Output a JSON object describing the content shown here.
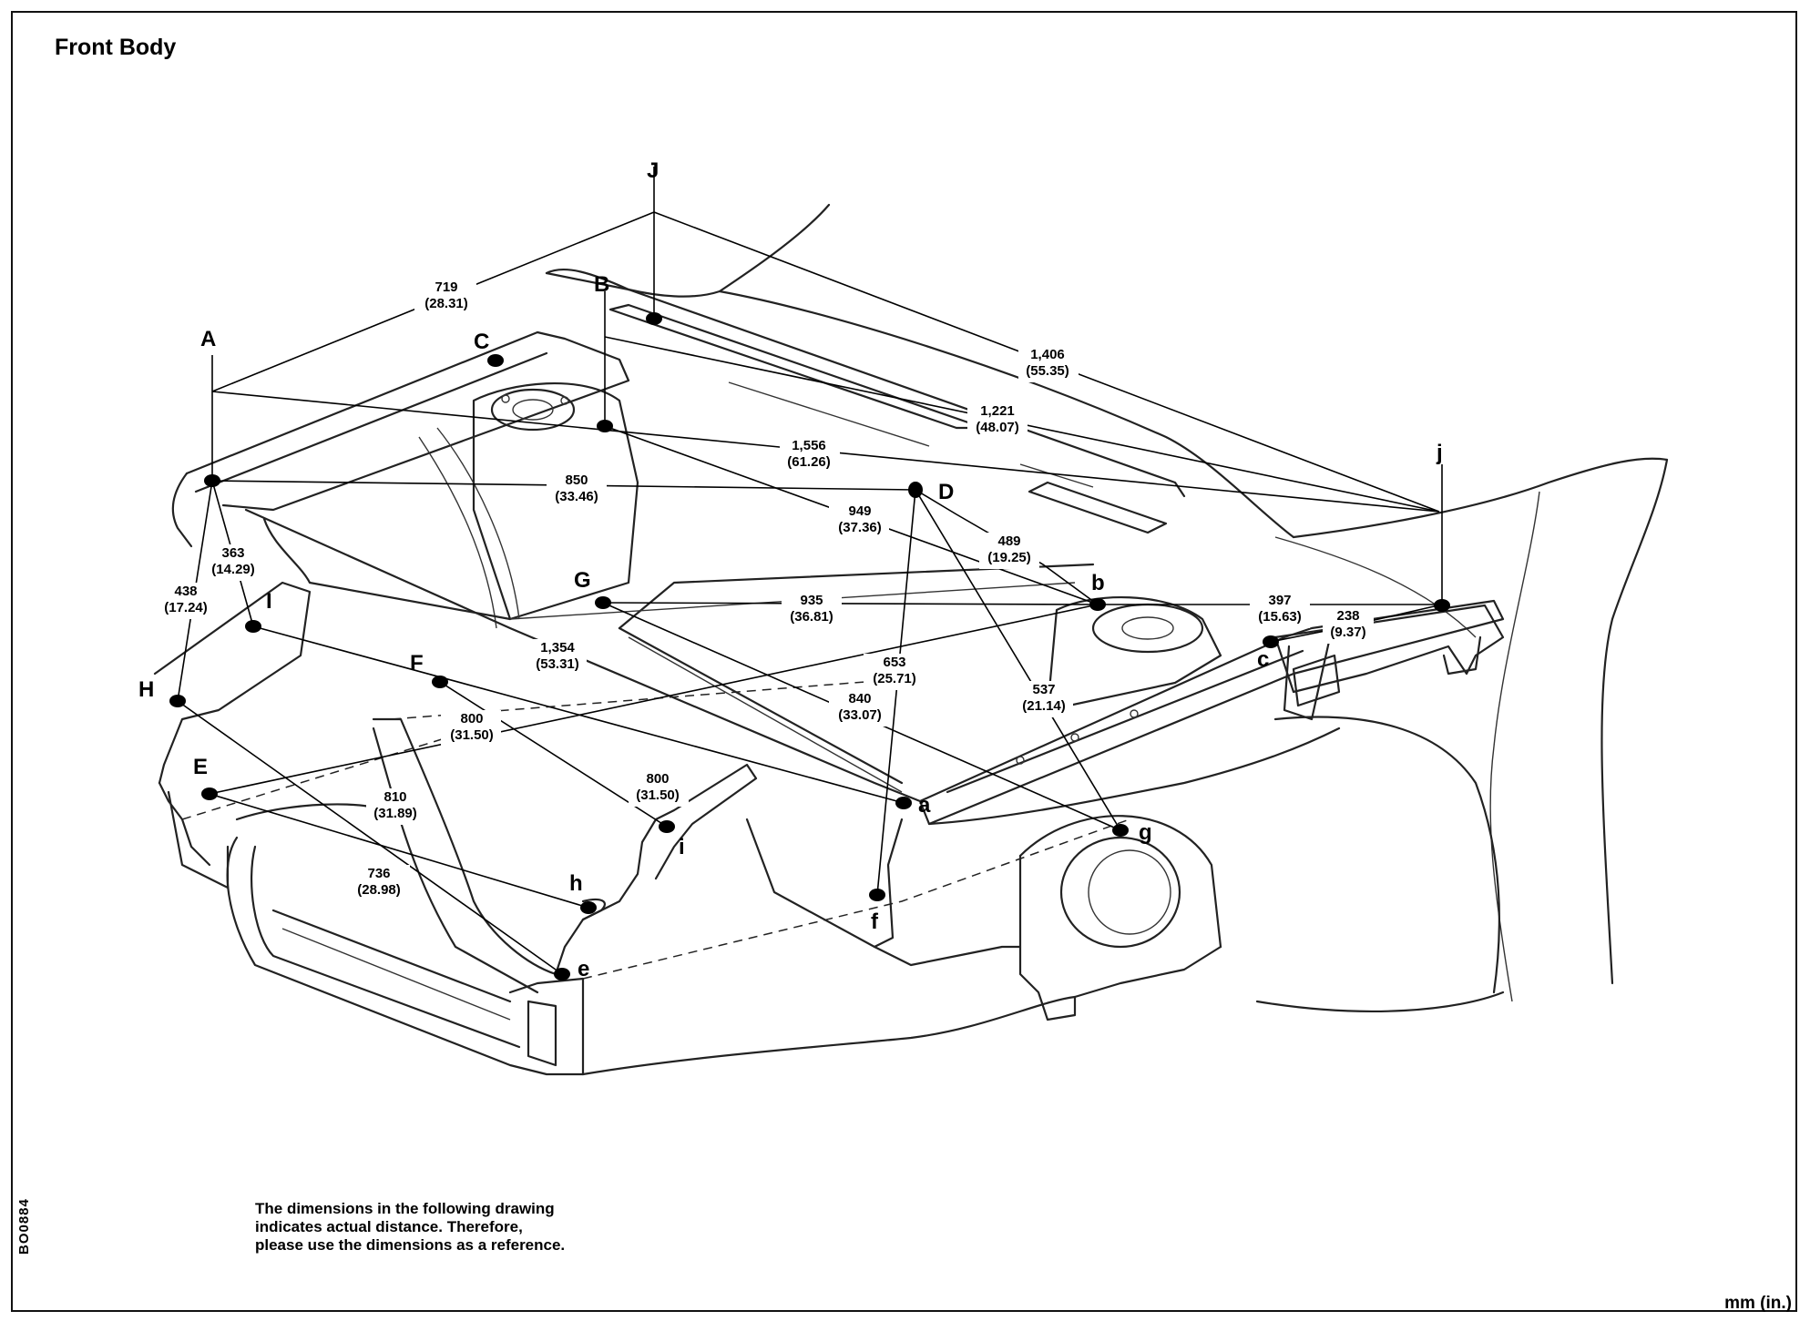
{
  "title": "Front Body",
  "note_lines": [
    "The dimensions in the following drawing",
    "indicates actual distance. Therefore,",
    "please use the dimensions as a reference."
  ],
  "units": "mm (in.)",
  "drawing_code": "BO0884",
  "point_labels": {
    "J": "J",
    "B": "B",
    "C": "C",
    "A": "A",
    "D": "D",
    "j": "j",
    "G": "G",
    "b": "b",
    "I": "I",
    "c": "c",
    "F": "F",
    "H": "H",
    "E": "E",
    "a": "a",
    "g": "g",
    "i": "i",
    "h": "h",
    "f": "f",
    "e": "e"
  },
  "dimensions": [
    {
      "id": "A-J",
      "mm": "719",
      "in": "(28.31)"
    },
    {
      "id": "J-j",
      "mm": "1,406",
      "in": "(55.35)"
    },
    {
      "id": "B-j",
      "mm": "1,221",
      "in": "(48.07)"
    },
    {
      "id": "A-j",
      "mm": "1,556",
      "in": "(61.26)"
    },
    {
      "id": "A-D",
      "mm": "850",
      "in": "(33.46)"
    },
    {
      "id": "B-b",
      "mm": "949",
      "in": "(37.36)"
    },
    {
      "id": "D-b",
      "mm": "489",
      "in": "(19.25)"
    },
    {
      "id": "A-I",
      "mm": "363",
      "in": "(14.29)"
    },
    {
      "id": "A-H",
      "mm": "438",
      "in": "(17.24)"
    },
    {
      "id": "G-b",
      "mm": "935",
      "in": "(36.81)"
    },
    {
      "id": "b-j",
      "mm": "397",
      "in": "(15.63)"
    },
    {
      "id": "c-j",
      "mm": "238",
      "in": "(9.37)"
    },
    {
      "id": "E-b",
      "mm": "1,354",
      "in": "(53.31)"
    },
    {
      "id": "D-f",
      "mm": "653",
      "in": "(25.71)"
    },
    {
      "id": "D-g",
      "mm": "537",
      "in": "(21.14)"
    },
    {
      "id": "G-g",
      "mm": "840",
      "in": "(33.07)"
    },
    {
      "id": "I-a",
      "mm": "800",
      "in": "(31.50)"
    },
    {
      "id": "F-i",
      "mm": "800",
      "in": "(31.50)"
    },
    {
      "id": "e-H",
      "mm": "810",
      "in": "(31.89)"
    },
    {
      "id": "E-h",
      "mm": "736",
      "in": "(28.98)"
    }
  ]
}
